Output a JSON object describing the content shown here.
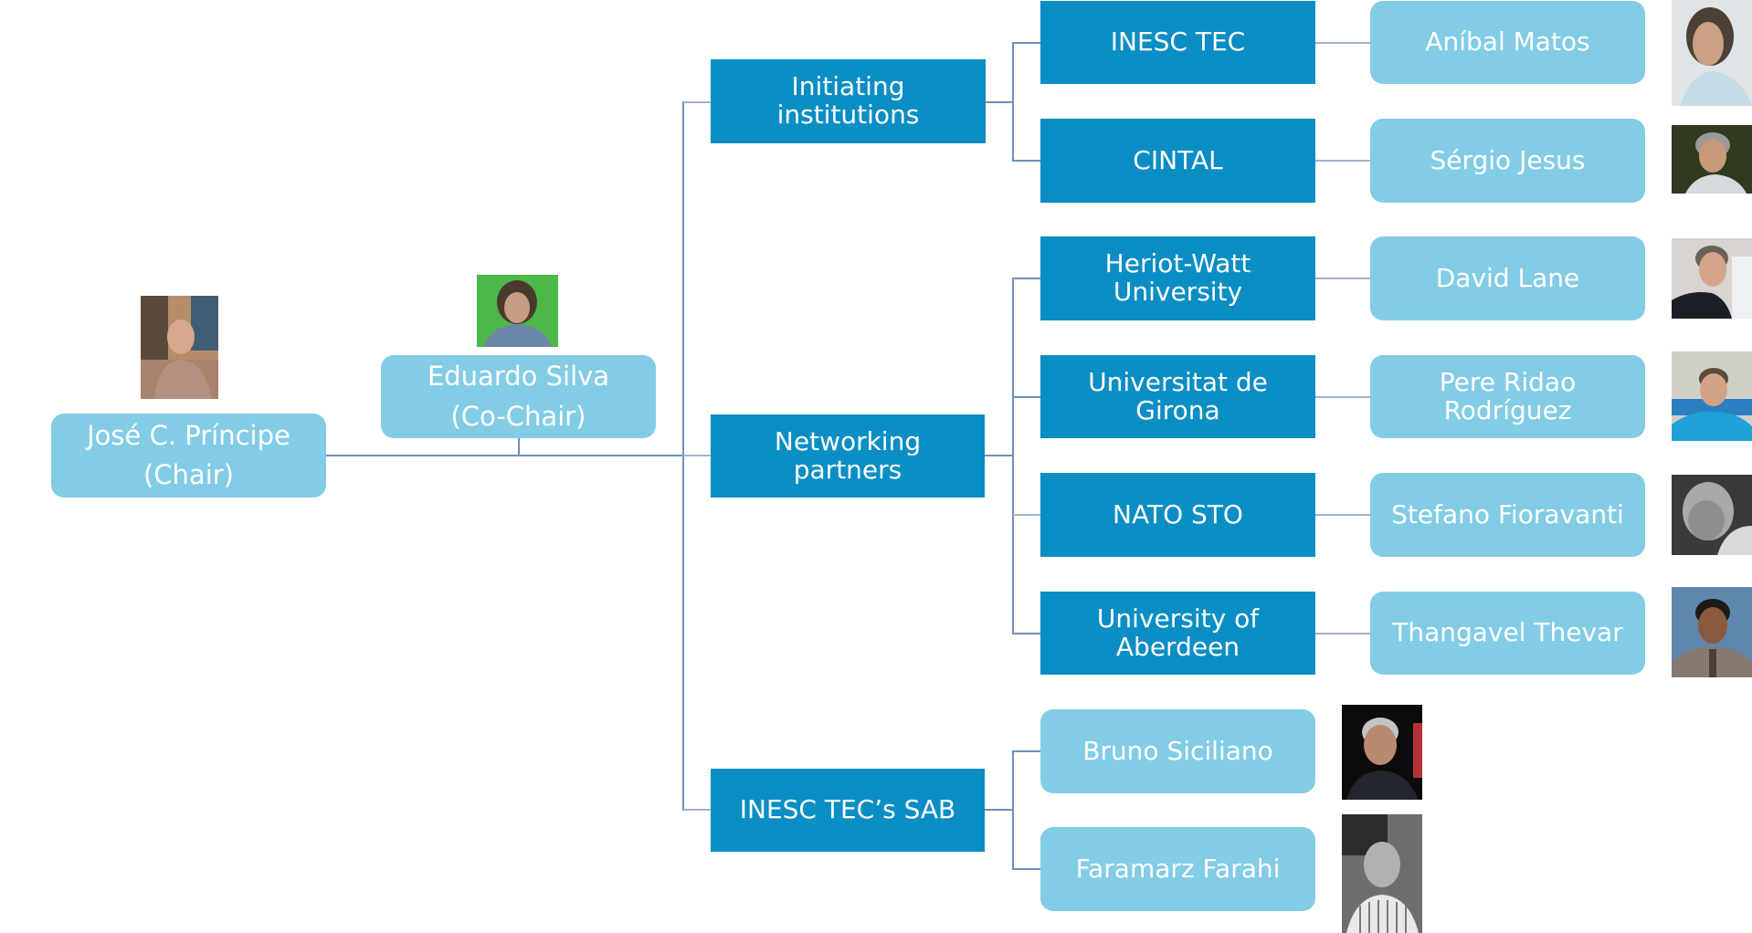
{
  "chart_title": "",
  "colors": {
    "category_box": "#0a8ec4",
    "person_box": "#83cce6",
    "connector": "#6f8fb8",
    "text": "#ffffff"
  },
  "leaders": {
    "chair": {
      "name": "José C. Príncipe",
      "role": "(Chair)",
      "photo": "photo-jose-principe"
    },
    "co_chair": {
      "name": "Eduardo Silva",
      "role": "(Co-Chair)",
      "photo": "photo-eduardo-silva"
    }
  },
  "groups": [
    {
      "label": "Initiating\ninstitutions",
      "members": [
        {
          "institution": "INESC TEC",
          "person": "Aníbal Matos",
          "photo": "photo-anibal-matos"
        },
        {
          "institution": "CINTAL",
          "person": "Sérgio Jesus",
          "photo": "photo-sergio-jesus"
        }
      ]
    },
    {
      "label": "Networking\npartners",
      "members": [
        {
          "institution": "Heriot-Watt\nUniversity",
          "person": "David Lane",
          "photo": "photo-david-lane"
        },
        {
          "institution": "Universitat de\nGirona",
          "person": "Pere Ridao\nRodríguez",
          "photo": "photo-pere-ridao"
        },
        {
          "institution": "NATO STO",
          "person": "Stefano Fioravanti",
          "photo": "photo-stefano-fioravanti"
        },
        {
          "institution": "University of\nAberdeen",
          "person": "Thangavel Thevar",
          "photo": "photo-thangavel-thevar"
        }
      ]
    },
    {
      "label": "INESC TEC’s SAB",
      "members": [
        {
          "person": "Bruno Siciliano",
          "photo": "photo-bruno-siciliano"
        },
        {
          "person": "Faramarz Farahi",
          "photo": "photo-faramarz-farahi"
        }
      ]
    }
  ]
}
